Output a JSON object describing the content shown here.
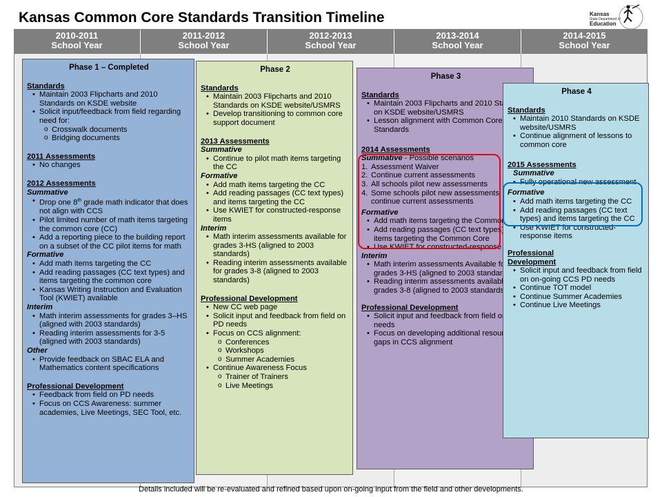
{
  "title": "Kansas Common Core Standards Transition Timeline",
  "logo": {
    "line1": "Kansas",
    "line2": "State Department of",
    "line3": "Education"
  },
  "years": [
    {
      "line1": "2010-2011",
      "line2": "School Year"
    },
    {
      "line1": "2011-2012",
      "line2": "School Year"
    },
    {
      "line1": "2012-2013",
      "line2": "School Year"
    },
    {
      "line1": "2013-2014",
      "line2": "School Year"
    },
    {
      "line1": "2014-2015",
      "line2": "School Year"
    }
  ],
  "phase1": {
    "title": "Phase 1 – Completed",
    "standards_h": "Standards",
    "standards": [
      "Maintain 2003 Flipcharts and 2010 Standards on KSDE website",
      "Solicit input/feedback from field regarding need for:"
    ],
    "standards_sub": [
      "Crosswalk documents",
      "Bridging documents"
    ],
    "a2011_h": "2011 Assessments",
    "a2011": [
      "No changes"
    ],
    "a2012_h": "2012 Assessments",
    "summative_h": "Summative",
    "summative_pre": "Drop one 8",
    "summative_sup": "th",
    "summative_post": " grade math indicator  that does not align with CCS",
    "summative": [
      "Pilot limited number of math items targeting the common core (CC)",
      "Add a reporting piece  to the building report on a subset of the CC pilot items for math"
    ],
    "formative_h": "Formative",
    "formative": [
      "Add math items targeting the CC",
      "Add reading passages (CC text types) and items targeting the common core",
      "Kansas Writing Instruction and Evaluation Tool (KWIET) available"
    ],
    "interim_h": "Interim",
    "interim": [
      "Math interim assessments for grades 3–HS (aligned with 2003 standards)",
      "Reading interim assessments for 3-5 (aligned with 2003 standards)"
    ],
    "other_h": "Other",
    "other": [
      "Provide feedback on SBAC ELA and Mathematics content specifications"
    ],
    "pd_h": "Professional Development",
    "pd": [
      "Feedback from field on PD needs",
      "Focus on CCS Awareness: summer academies, Live Meetings, SEC Tool, etc."
    ]
  },
  "phase2": {
    "title": "Phase 2",
    "standards_h": "Standards",
    "standards": [
      "Maintain 2003 Flipcharts and 2010 Standards on KSDE website/USMRS",
      "Develop transitioning to common core support document"
    ],
    "a2013_h": "2013 Assessments",
    "summative_h": "Summative",
    "summative": [
      "Continue to pilot math items targeting the CC"
    ],
    "formative_h": "Formative",
    "formative": [
      "Add math items targeting the CC",
      "Add reading passages (CC text types) and items targeting the CC",
      "Use KWIET for constructed-response items"
    ],
    "interim_h": "Interim",
    "interim": [
      "Math interim assessments available for grades 3-HS (aligned to 2003 standards)",
      "Reading interim assessments available for grades 3-8 (aligned to 2003 standards)"
    ],
    "pd_h": "Professional Development",
    "pd_a": [
      "New CC web page",
      "Solicit input and feedback from field on PD needs",
      "Focus on CCS alignment:"
    ],
    "pd_a_sub": [
      "Conferences",
      "Workshops",
      "Summer Academies"
    ],
    "pd_b": [
      "Continue Awareness Focus"
    ],
    "pd_b_sub": [
      "Trainer of Trainers",
      "Live Meetings"
    ]
  },
  "phase3": {
    "title": "Phase 3",
    "standards_h": "Standards",
    "standards": [
      "Maintain 2003 Flipcharts and 2010 Standards on KSDE website/USMRS",
      "Lesson alignment with Common Core Standards"
    ],
    "a2014_h": "2014 Assessments",
    "summative_h": "Summative",
    "summative_note": " - Possible scenarios",
    "scenarios": [
      {
        "n": "1.",
        "t": "Assessment Waiver"
      },
      {
        "n": "2.",
        "t": "Continue current assessments"
      },
      {
        "n": "3.",
        "t": "All schools pilot new assessments"
      },
      {
        "n": "4.",
        "t": "Some schools pilot new assessments, others continue current assessments"
      }
    ],
    "formative_h": "Formative",
    "formative": [
      "Add math items targeting the Common Core",
      "Add reading passages (CC text types) and items targeting the Common Core",
      "Use KWIET for constructed-response items"
    ],
    "interim_h": "Interim",
    "interim": [
      "Math interim assessments Available for grades 3-HS (aligned to 2003 standards)",
      "Reading interim assessments available for grades 3-8 (aligned to 2003 standards)"
    ],
    "pd_h": "Professional Development",
    "pd": [
      "Solicit input and feedback from field on PD needs",
      "Focus on developing additional resources for gaps in CCS alignment"
    ]
  },
  "phase4": {
    "title": "Phase 4",
    "standards_h": "Standards",
    "standards": [
      "Maintain 2010 Standards on KSDE website/USMRS",
      "Continue alignment of lessons to common core"
    ],
    "a2015_h": "2015 Assessments",
    "summative_h": "Summative",
    "summative": [
      "Fully operational new assessment"
    ],
    "formative_h": "Formative",
    "formative": [
      "Add math items targeting the CC",
      "Add reading passages (CC text types) and items targeting the CC",
      "Use KWIET for constructed-response items"
    ],
    "pd_h1": "Professional",
    "pd_h2": "Development",
    "pd": [
      "Solicit input and feedback from field on on-going CCS PD needs",
      "Continue TOT model",
      "Continue Summer Academies",
      "Continue Live Meetings"
    ]
  },
  "footer": "Details included will be re-evaluated and refined based upon on-going input from the field and other developments."
}
